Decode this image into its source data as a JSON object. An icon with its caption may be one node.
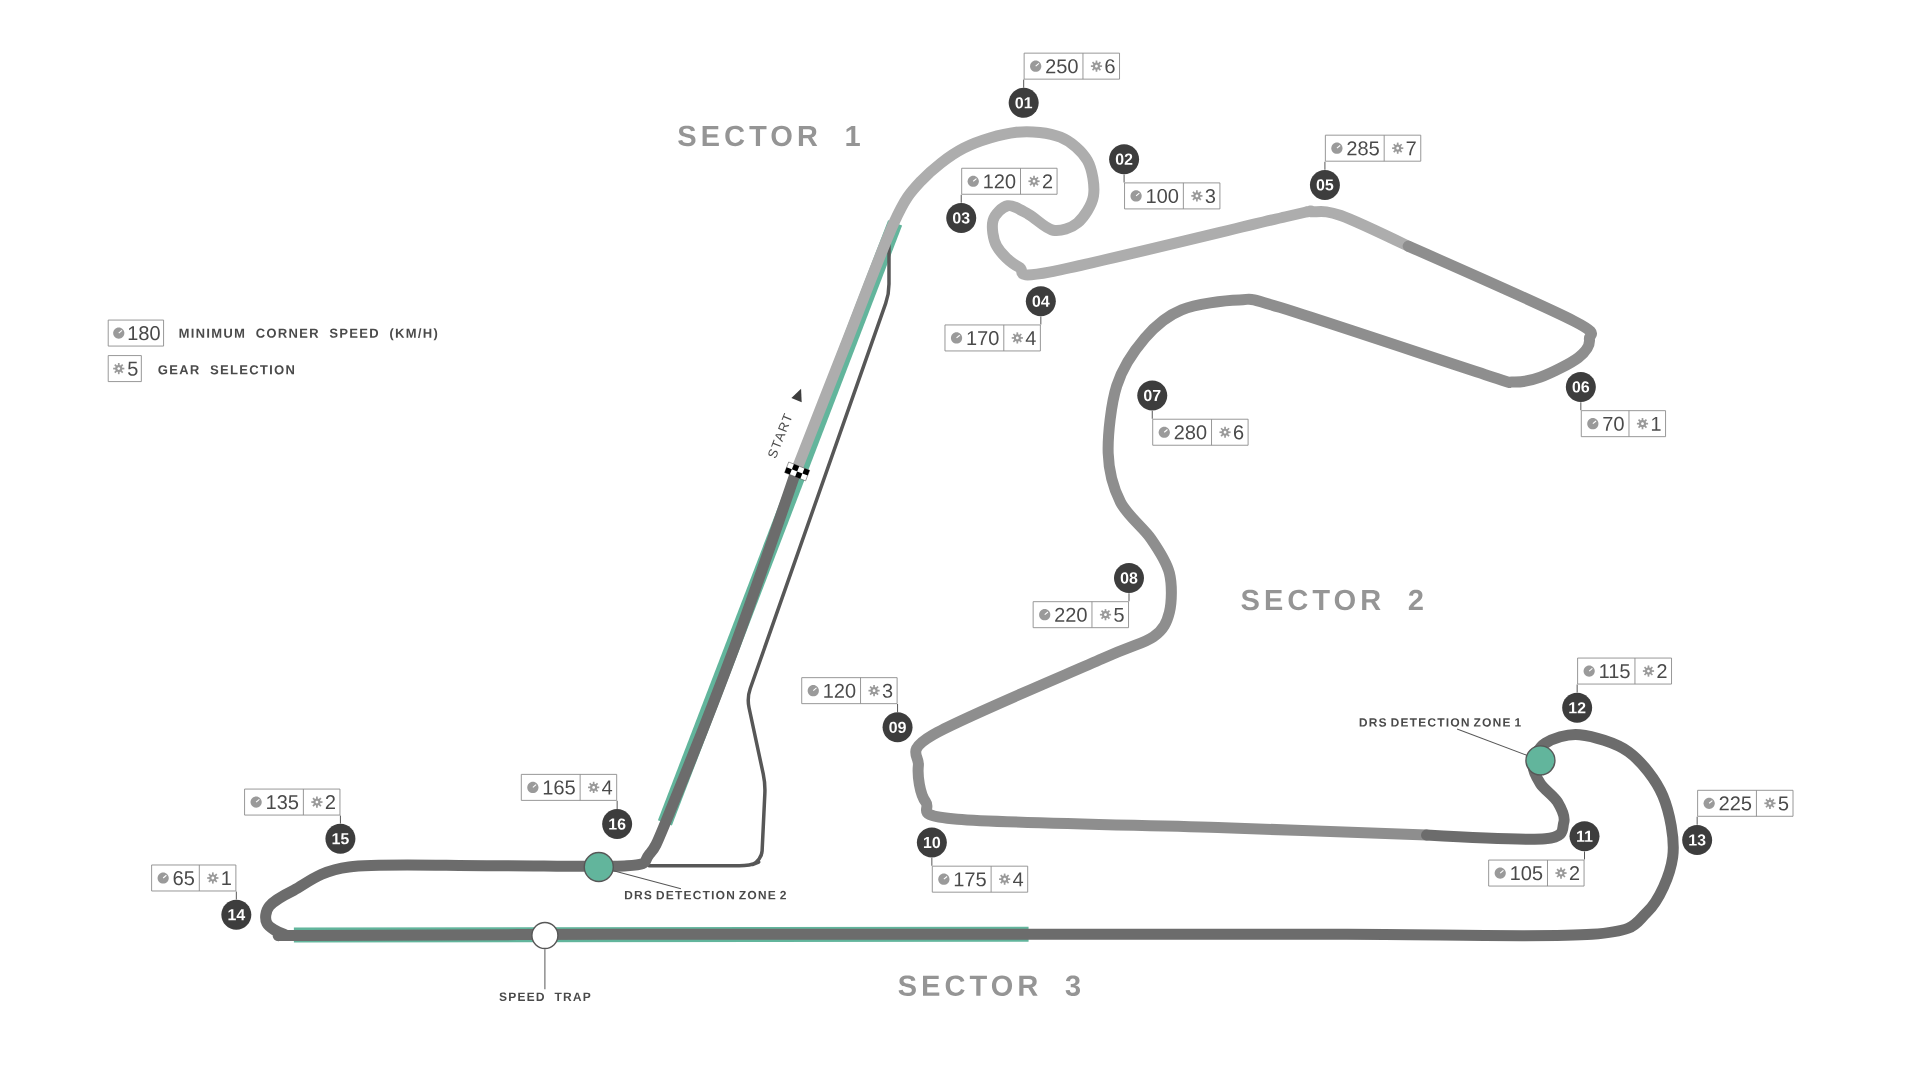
{
  "diagram": {
    "nodes": [
      {
        "text": [
          "01"
        ]
      },
      {
        "text": [
          "250",
          "6"
        ]
      },
      {
        "text": [
          "02"
        ]
      },
      {
        "text": [
          "100",
          "3"
        ]
      },
      {
        "text": [
          "03"
        ]
      },
      {
        "text": [
          "120",
          "2"
        ]
      },
      {
        "text": [
          "04"
        ]
      },
      {
        "text": [
          "170",
          "4"
        ]
      },
      {
        "text": [
          "05"
        ]
      },
      {
        "text": [
          "285",
          "7"
        ]
      },
      {
        "text": [
          "06"
        ]
      },
      {
        "text": [
          "70",
          "1"
        ]
      },
      {
        "text": [
          "07"
        ]
      },
      {
        "text": [
          "280",
          "6"
        ]
      },
      {
        "text": [
          "08"
        ]
      },
      {
        "text": [
          "220",
          "5"
        ]
      },
      {
        "text": [
          "09"
        ]
      },
      {
        "text": [
          "120",
          "3"
        ]
      },
      {
        "text": [
          "10"
        ]
      },
      {
        "text": [
          "175",
          "4"
        ]
      },
      {
        "text": [
          "11"
        ]
      },
      {
        "text": [
          "105",
          "2"
        ]
      },
      {
        "text": [
          "12"
        ]
      },
      {
        "text": [
          "115",
          "2"
        ]
      },
      {
        "text": [
          "13"
        ]
      },
      {
        "text": [
          "225",
          "5"
        ]
      },
      {
        "text": [
          "14"
        ]
      },
      {
        "text": [
          "65",
          "1"
        ]
      },
      {
        "text": [
          "15"
        ]
      },
      {
        "text": [
          "135",
          "2"
        ]
      },
      {
        "text": [
          "16"
        ]
      },
      {
        "text": [
          "165",
          "4"
        ]
      },
      {
        "text": [
          "DRS DETECTION ZONE 1"
        ]
      },
      {
        "text": [],
        "shape": "circle"
      },
      {
        "text": [
          "DRS DETECTION ZONE 2"
        ]
      },
      {
        "text": [],
        "shape": "circle"
      },
      {
        "text": [
          "SPEED TRAP"
        ]
      },
      {
        "text": [],
        "shape": "circle"
      }
    ],
    "edges": [
      {
        "from": 0,
        "to": 1,
        "arrow": "none"
      },
      {
        "from": 2,
        "to": 3,
        "arrow": "none"
      },
      {
        "from": 4,
        "to": 5,
        "arrow": "none"
      },
      {
        "from": 6,
        "to": 7,
        "arrow": "none"
      },
      {
        "from": 8,
        "to": 9,
        "arrow": "none"
      },
      {
        "from": 10,
        "to": 11,
        "arrow": "none"
      },
      {
        "from": 12,
        "to": 13,
        "arrow": "none"
      },
      {
        "from": 14,
        "to": 15,
        "arrow": "none"
      },
      {
        "from": 16,
        "to": 17,
        "arrow": "none"
      },
      {
        "from": 18,
        "to": 19,
        "arrow": "none"
      },
      {
        "from": 20,
        "to": 21,
        "arrow": "none"
      },
      {
        "from": 22,
        "to": 23,
        "arrow": "none"
      },
      {
        "from": 24,
        "to": 25,
        "arrow": "none"
      },
      {
        "from": 26,
        "to": 27,
        "arrow": "none"
      },
      {
        "from": 28,
        "to": 29,
        "arrow": "none"
      },
      {
        "from": 30,
        "to": 31,
        "arrow": "none"
      },
      {
        "from": 32,
        "to": 33,
        "arrow": "none"
      },
      {
        "from": 34,
        "to": 35,
        "arrow": "none"
      },
      {
        "from": 36,
        "to": 37,
        "arrow": "none"
      }
    ],
    "labels": [
      "SECTOR 1",
      "180",
      "5",
      "START",
      "SECTOR 2",
      "SECTOR 3"
    ],
    "legend": [
      {
        "text": "MINIMUM CORNER SPEED (KM/H)"
      },
      {
        "text": "GEAR SELECTION"
      }
    ]
  }
}
